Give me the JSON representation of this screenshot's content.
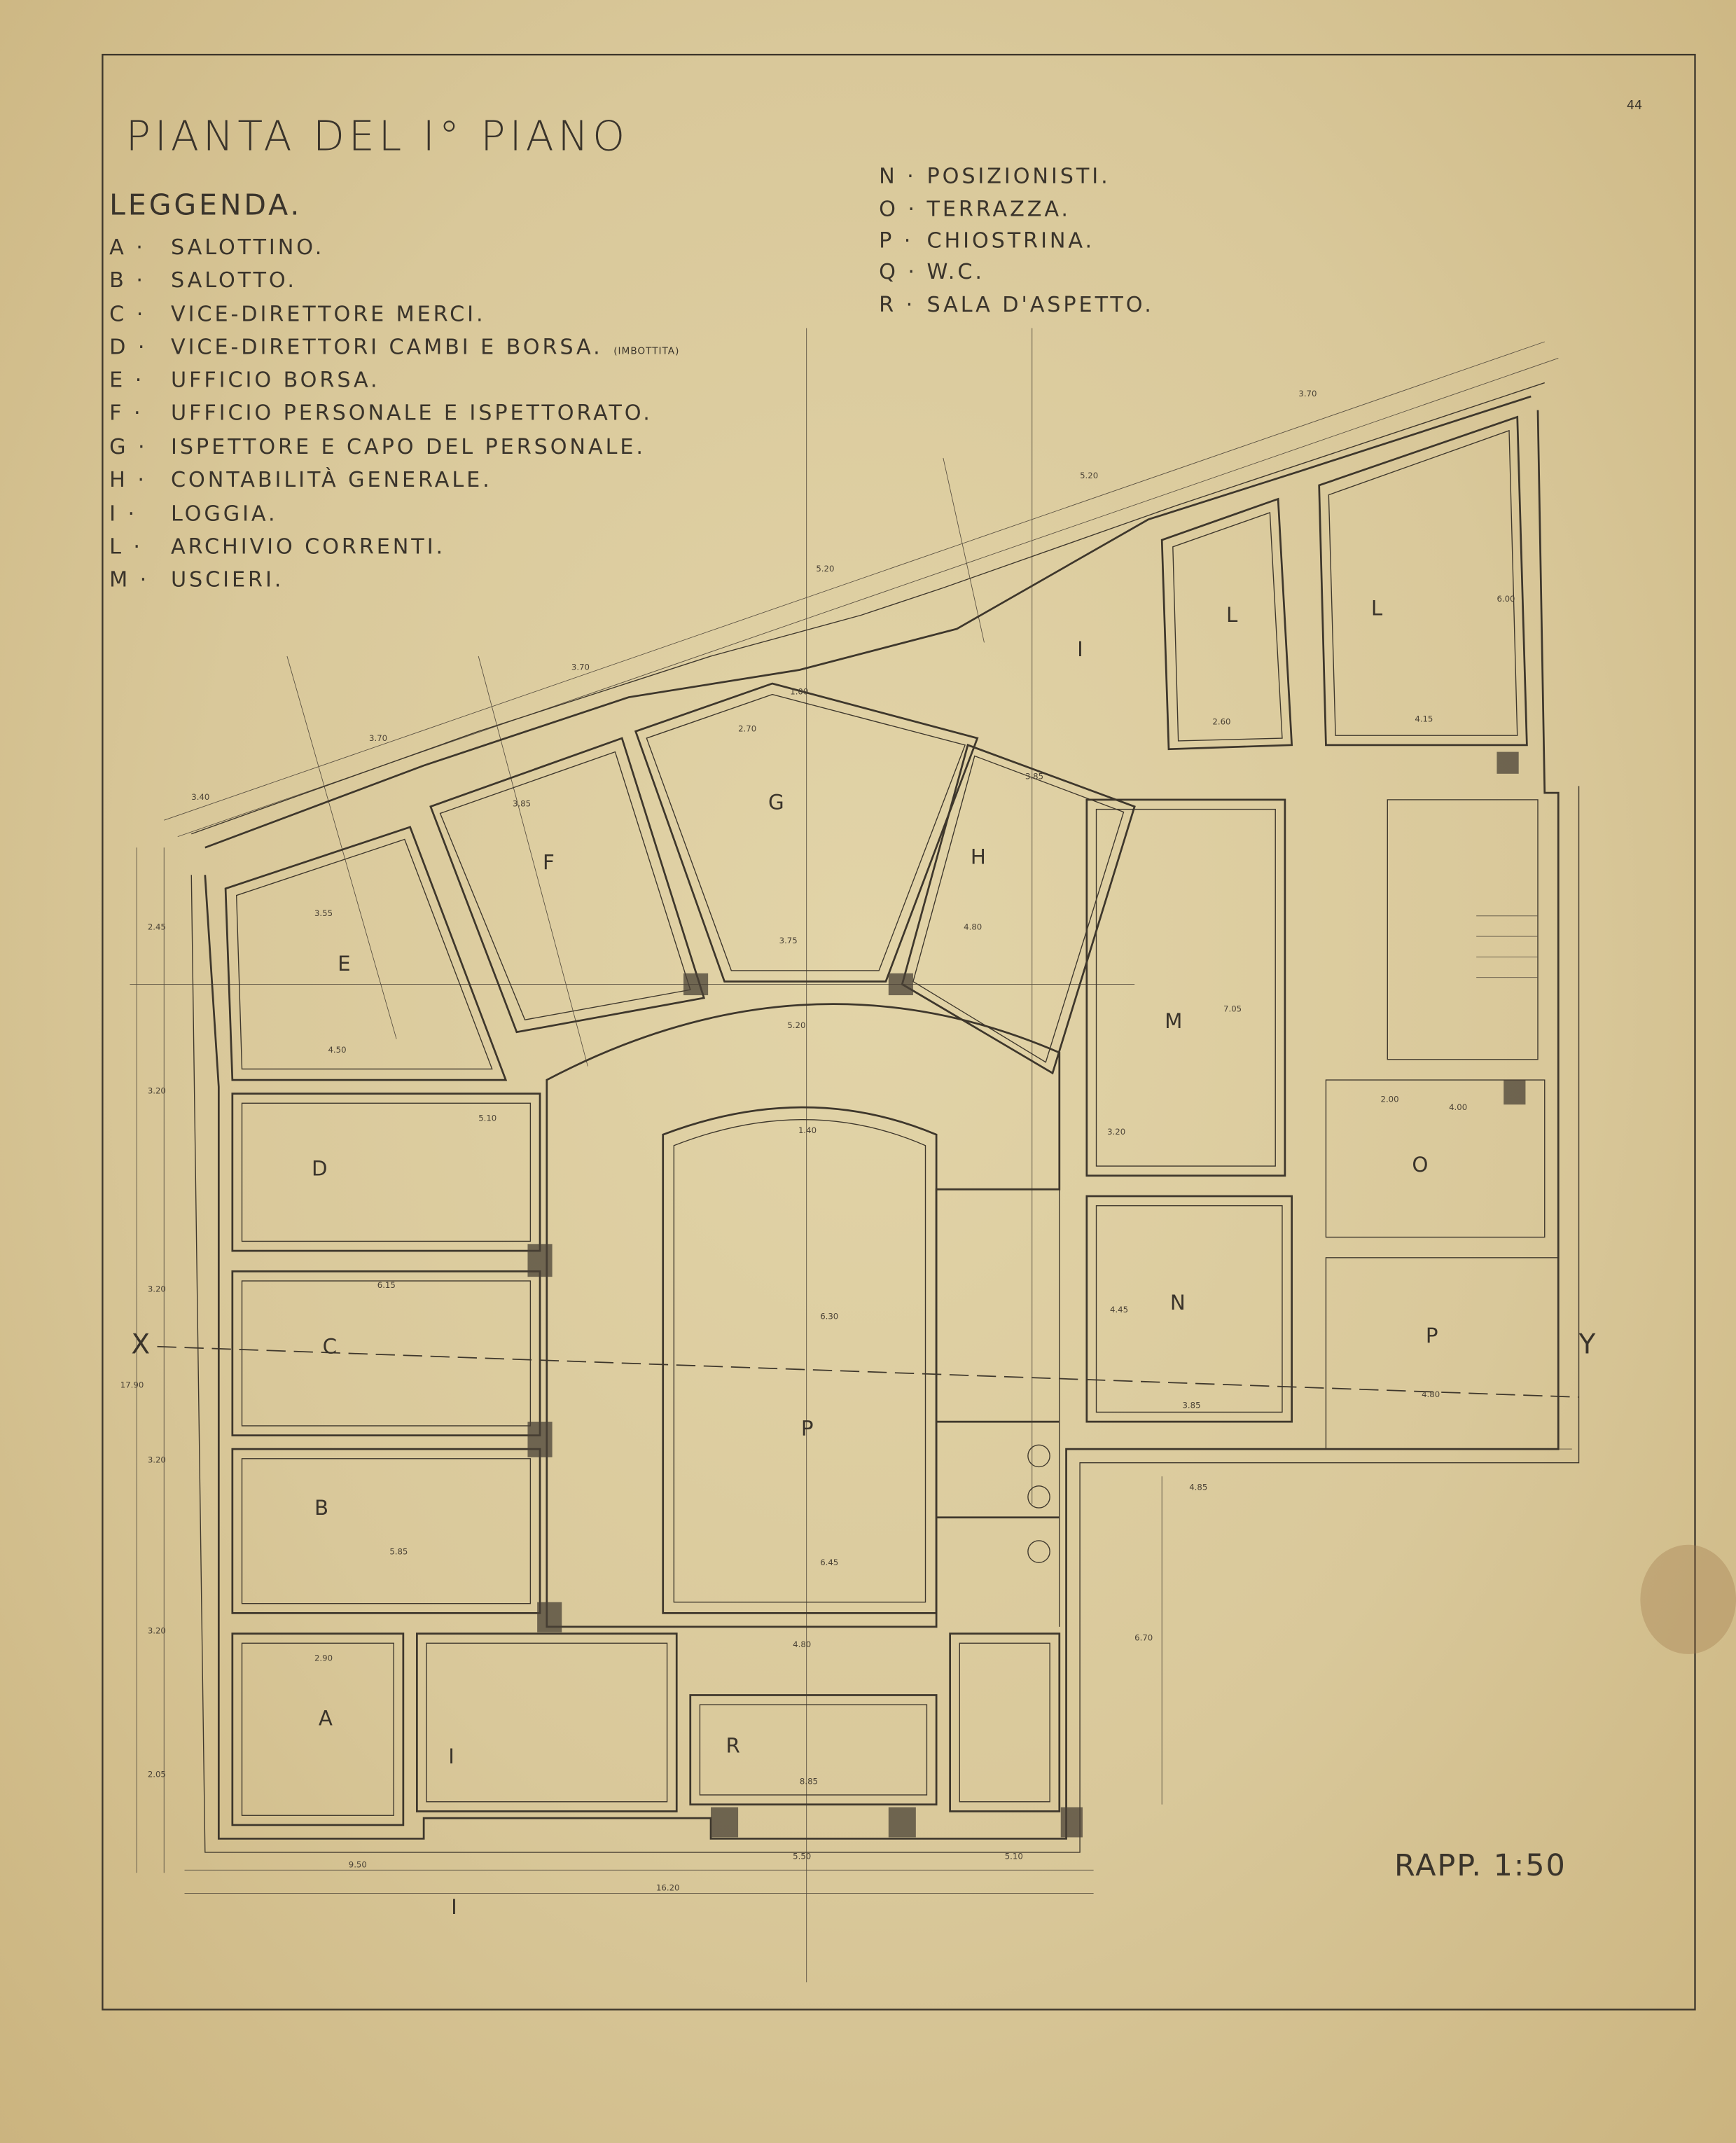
{
  "sheet": {
    "title": "PIANTA DEL I° PIANO",
    "sheet_number": "44",
    "scale": "RAPP. 1:50",
    "legend_heading": "LEGGENDA.",
    "legend_left": [
      {
        "key": "A ·",
        "label": "SALOTTINO."
      },
      {
        "key": "B ·",
        "label": "SALOTTO."
      },
      {
        "key": "C ·",
        "label": "VICE-DIRETTORE MERCI."
      },
      {
        "key": "D ·",
        "label": "VICE-DIRETTORI CAMBI E BORSA.",
        "note": "(IMBOTTITA)"
      },
      {
        "key": "E ·",
        "label": "UFFICIO BORSA."
      },
      {
        "key": "F ·",
        "label": "UFFICIO PERSONALE E ISPETTORATO."
      },
      {
        "key": "G ·",
        "label": "ISPETTORE E CAPO DEL PERSONALE."
      },
      {
        "key": "H ·",
        "label": "CONTABILITÀ GENERALE."
      },
      {
        "key": "I ·",
        "label": "LOGGIA."
      },
      {
        "key": "L ·",
        "label": "ARCHIVIO CORRENTI."
      },
      {
        "key": "M ·",
        "label": "USCIERI."
      }
    ],
    "legend_right": [
      {
        "key": "N ·",
        "label": "POSIZIONISTI."
      },
      {
        "key": "O ·",
        "label": "TERRAZZA."
      },
      {
        "key": "P ·",
        "label": "CHIOSTRINA."
      },
      {
        "key": "Q ·",
        "label": "W.C."
      },
      {
        "key": "R ·",
        "label": "SALA D'ASPETTO."
      }
    ],
    "section_marks": {
      "left": "X",
      "right": "Y"
    }
  },
  "rooms": {
    "A": "A",
    "B": "B",
    "C": "C",
    "D": "D",
    "E": "E",
    "F": "F",
    "G": "G",
    "H": "H",
    "I_top": "I",
    "I_bottom": "I",
    "I_mid": "I",
    "L1": "L",
    "L2": "L",
    "M": "M",
    "N": "N",
    "O": "O",
    "P_center": "P",
    "P_right": "P",
    "R": "R"
  },
  "dimensions": {
    "d1": "3.40",
    "d2": "3.70",
    "d3": "3.70",
    "d4": "5.20",
    "d5": "5.20",
    "d6": "3.70",
    "e1": "3.55",
    "e2": "4.50",
    "f1": "3.85",
    "g1": "2.70",
    "g2": "3.75",
    "h1": "3.85",
    "h2": "4.80",
    "m1": "7.05",
    "m2": "3.20",
    "d_w": "5.10",
    "c_w": "6.15",
    "b_w": "5.85",
    "a_w": "2.90",
    "p1": "6.30",
    "p2": "6.45",
    "p3": "4.80",
    "r1": "8.85",
    "n1": "3.85",
    "n2": "4.45",
    "o1": "2.00",
    "o2": "4.00",
    "pr1": "4.80",
    "l1": "6.00",
    "l2": "4.15",
    "l3": "2.60",
    "left1": "2.45",
    "left2": "3.20",
    "left3": "3.20",
    "left4": "3.20",
    "left5": "3.20",
    "left6": "2.05",
    "total_v": "17.90",
    "b1": "9.50",
    "b2": "5.50",
    "b3": "5.10",
    "total_h": "16.20",
    "r_v": "6.70",
    "r_h": "4.85",
    "g_top": "1.00",
    "c1": "1.40",
    "c2": "5.20"
  }
}
